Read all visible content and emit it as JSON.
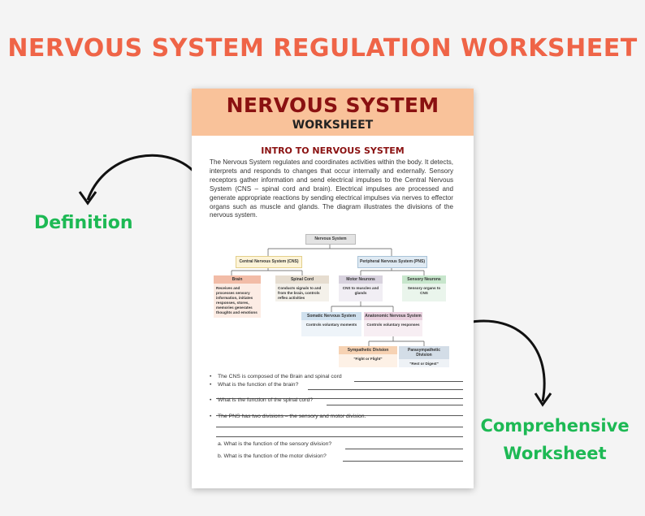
{
  "banner_title": "NERVOUS SYSTEM REGULATION WORKSHEET",
  "callouts": {
    "definition": "Definition",
    "comprehensive_l1": "Comprehensive",
    "comprehensive_l2": "Worksheet"
  },
  "colors": {
    "banner": "#ef6447",
    "callout": "#1db954",
    "header_bg": "#f9c29a",
    "title": "#8a1111"
  },
  "sheet": {
    "title": "NERVOUS SYSTEM",
    "subtitle": "WORKSHEET",
    "intro_title": "INTRO TO NERVOUS SYSTEM",
    "intro_text": "The Nervous System regulates and coordinates activities within the body. It detects, interprets and responds to changes that occur internally and externally. Sensory receptors gather information and send electrical impulses to the Central Nervous System (CNS – spinal cord and brain). Electrical impulses are processed and generate appropriate reactions by sending electrical impulses via nerves to effector organs such as muscle and glands. The diagram illustrates the divisions of the nervous system.",
    "diagram": {
      "root": "Nervous System",
      "cns": "Central Nervous System (CNS)",
      "pns": "Peripheral Nervous System (PNS)",
      "brain": {
        "title": "Brain",
        "body": "Receives and processes sensory information, initiates responses, stores, memories generates thoughts and emotions"
      },
      "spinal": {
        "title": "Spinal Cord",
        "body": "Conducts signals to and from the brain, controls reflex activities"
      },
      "motor": {
        "title": "Motor Neurons",
        "body": "CNS to muscles and glands"
      },
      "sensory": {
        "title": "Sensory Neurons",
        "body": "Sensory organs to CNS"
      },
      "somatic": {
        "title": "Somatic Nervous System",
        "body": "Controls voluntary moments"
      },
      "autonomic": {
        "title": "Anatonomic Nervous System",
        "body": "Controls voluntary responses"
      },
      "sympathetic": {
        "title": "Sympathetic Division",
        "body": "\"Fight or Flight\""
      },
      "parasympathetic": {
        "title": "Parasympathetic Division",
        "body": "\"Rest or Digest\""
      }
    },
    "questions": {
      "q1": "The CNS is composed of the Brain and spinal cord",
      "q2": "What is the function of the brain?",
      "q3": "What is the function of the spinal cord?",
      "q4": "The PNS has two divisions – the sensory and motor division.",
      "q4a": "a. What is the function of the sensory division?",
      "q4b": "b. What is the function of the motor division?"
    }
  }
}
